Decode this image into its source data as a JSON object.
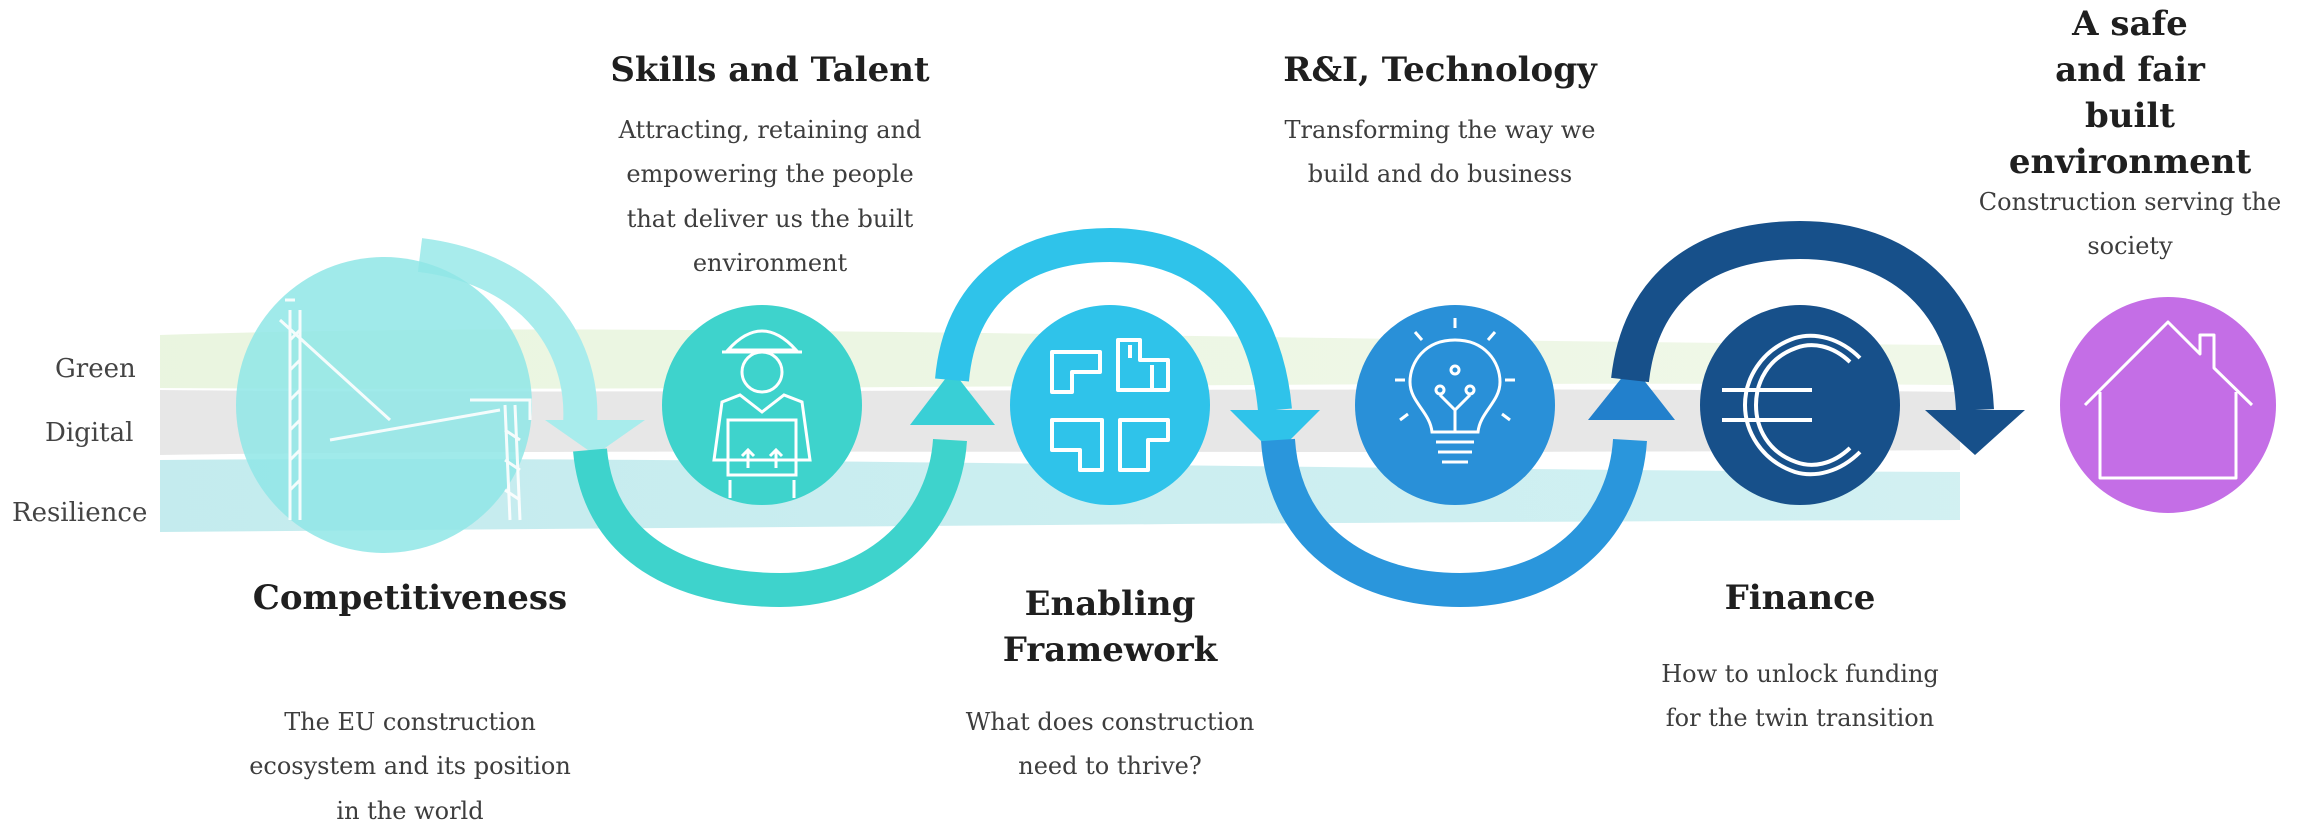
{
  "bands": [
    "Green",
    "Digital",
    "Resilience"
  ],
  "steps": [
    {
      "title": [
        "Competitiveness"
      ],
      "desc": [
        "The EU construction",
        "ecosystem and its position",
        "in the world"
      ],
      "icon": "crane-icon",
      "color": "#8fe6e6"
    },
    {
      "title": [
        "Skills and Talent"
      ],
      "desc": [
        "Attracting, retaining and",
        "empowering the people",
        "that deliver us the built",
        "environment"
      ],
      "icon": "worker-icon",
      "color": "#3ed3cc"
    },
    {
      "title": [
        "Enabling",
        "Framework"
      ],
      "desc": [
        "What does construction",
        "need to thrive?"
      ],
      "icon": "handshake-icon",
      "color": "#2fc3ea"
    },
    {
      "title": [
        "R&I, Technology"
      ],
      "desc": [
        "Transforming the way we",
        "build and do business"
      ],
      "icon": "lightbulb-icon",
      "color": "#2990d8"
    },
    {
      "title": [
        "Finance"
      ],
      "desc": [
        "How to unlock funding",
        "for the twin transition"
      ],
      "icon": "euro-icon",
      "color": "#17508a"
    },
    {
      "title": [
        "A safe",
        "and fair",
        "built environment"
      ],
      "desc": [
        "Construction serving the",
        "society"
      ],
      "icon": "house-icon",
      "color": "#c46ee6"
    }
  ]
}
